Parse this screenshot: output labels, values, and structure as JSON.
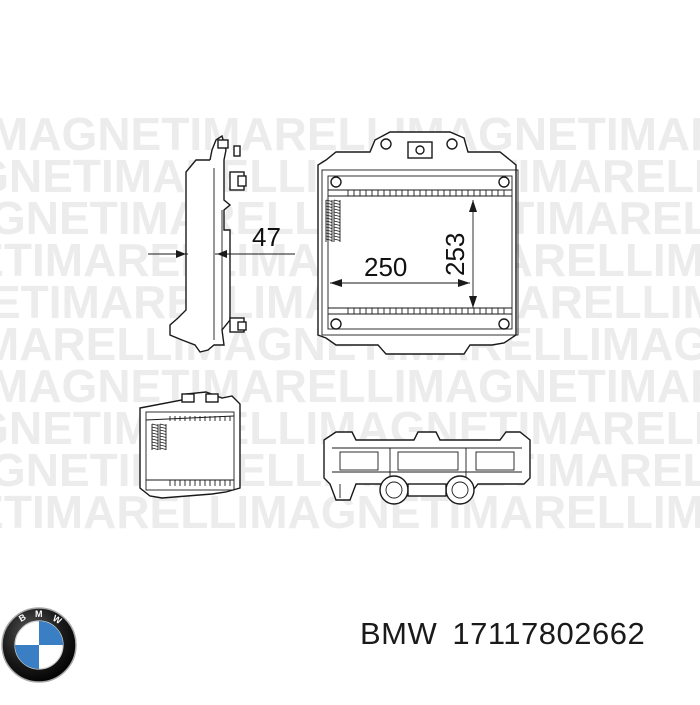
{
  "watermark": {
    "text": "MAGNETI MARELLI"
  },
  "dimensions": {
    "depth": "47",
    "width": "250",
    "height": "253"
  },
  "footer": {
    "brand": "BMW",
    "part_number": "17117802662"
  },
  "logo": {
    "icon": "bmw-roundel-icon",
    "colors": {
      "blue": "#3a7fc4",
      "black": "#000000",
      "white": "#ffffff"
    }
  }
}
